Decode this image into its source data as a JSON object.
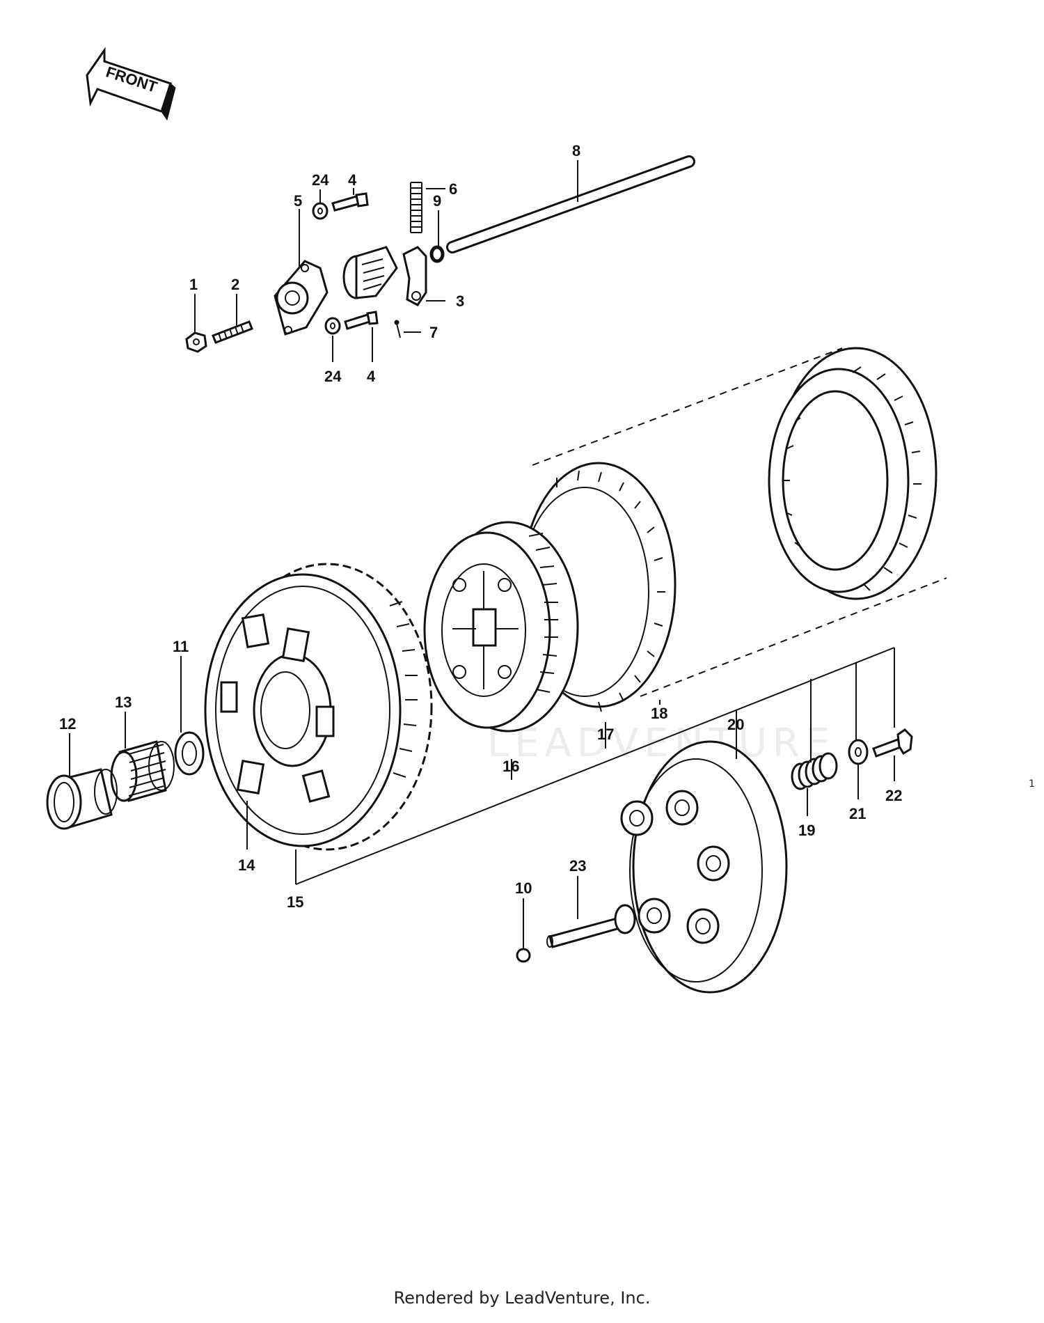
{
  "front_label": "FRONT",
  "watermark": "LEADVENTURE",
  "footer": "Rendered by LeadVenture, Inc.",
  "page_number": "1",
  "callouts": {
    "c1": "1",
    "c2": "2",
    "c3": "3",
    "c4a": "4",
    "c4b": "4",
    "c5": "5",
    "c6": "6",
    "c7": "7",
    "c8": "8",
    "c9": "9",
    "c10": "10",
    "c11": "11",
    "c12": "12",
    "c13": "13",
    "c14": "14",
    "c15": "15",
    "c16": "16",
    "c17": "17",
    "c18": "18",
    "c19": "19",
    "c20": "20",
    "c21": "21",
    "c22": "22",
    "c23": "23",
    "c24a": "24",
    "c24b": "24"
  }
}
